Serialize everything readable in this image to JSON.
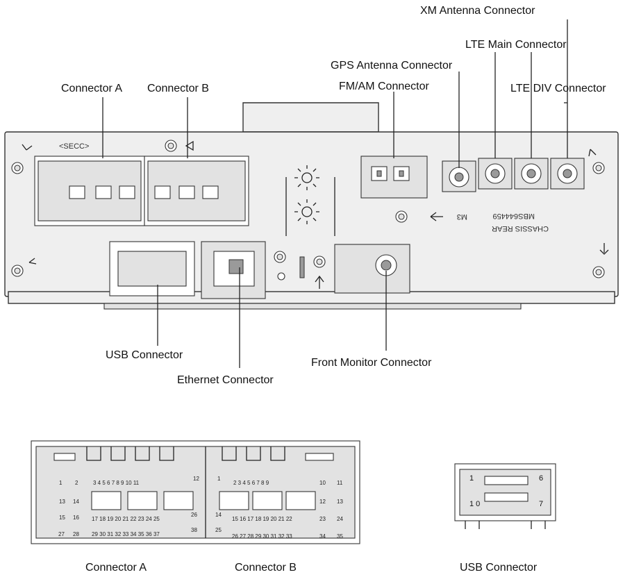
{
  "labels": {
    "xm_antenna": "XM Antenna Connector",
    "lte_main": "LTE Main Connector",
    "gps_antenna": "GPS Antenna Connector",
    "lte_div": "LTE DIV Connector",
    "connector_a": "Connector A",
    "connector_b": "Connector B",
    "fm_am": "FM/AM Connector",
    "usb": "USB Connector",
    "ethernet": "Ethernet Connector",
    "front_monitor": "Front Monitor Connector"
  },
  "markings": {
    "secc": "<SECC>",
    "chassis_rear": "CHASSIS REAR",
    "part_number": "MBS644459",
    "m3": "M3"
  },
  "detail": {
    "connector_a_caption": "Connector A",
    "connector_b_caption": "Connector B",
    "usb_caption": "USB Connector",
    "conn_a_pins": {
      "p1": "1",
      "p2": "2",
      "row1": "3 4 5 6 7 8 9 10 11",
      "p12": "12",
      "p13": "13",
      "p14": "14",
      "p15": "15",
      "p16": "16",
      "row3": "17 18 19 20 21 22 23 24 25",
      "p26": "26",
      "p27": "27",
      "p28": "28",
      "row4": "29 30 31 32 33 34 35 36 37",
      "p38": "38"
    },
    "conn_b_pins": {
      "p1": "1",
      "row1": "2 3 4 5 6 7 8 9",
      "p10": "10",
      "p11": "11",
      "p12": "12",
      "p13": "13",
      "p14": "14",
      "row3": "15 16 17 18 19 20 21 22",
      "p23": "23",
      "p24": "24",
      "p25": "25",
      "row4": "26 27 28 29 30 31 32 33",
      "p34": "34",
      "p35": "35"
    },
    "usb_pins": {
      "p1": "1",
      "p6": "6",
      "p10": "1 0",
      "p7": "7"
    }
  }
}
